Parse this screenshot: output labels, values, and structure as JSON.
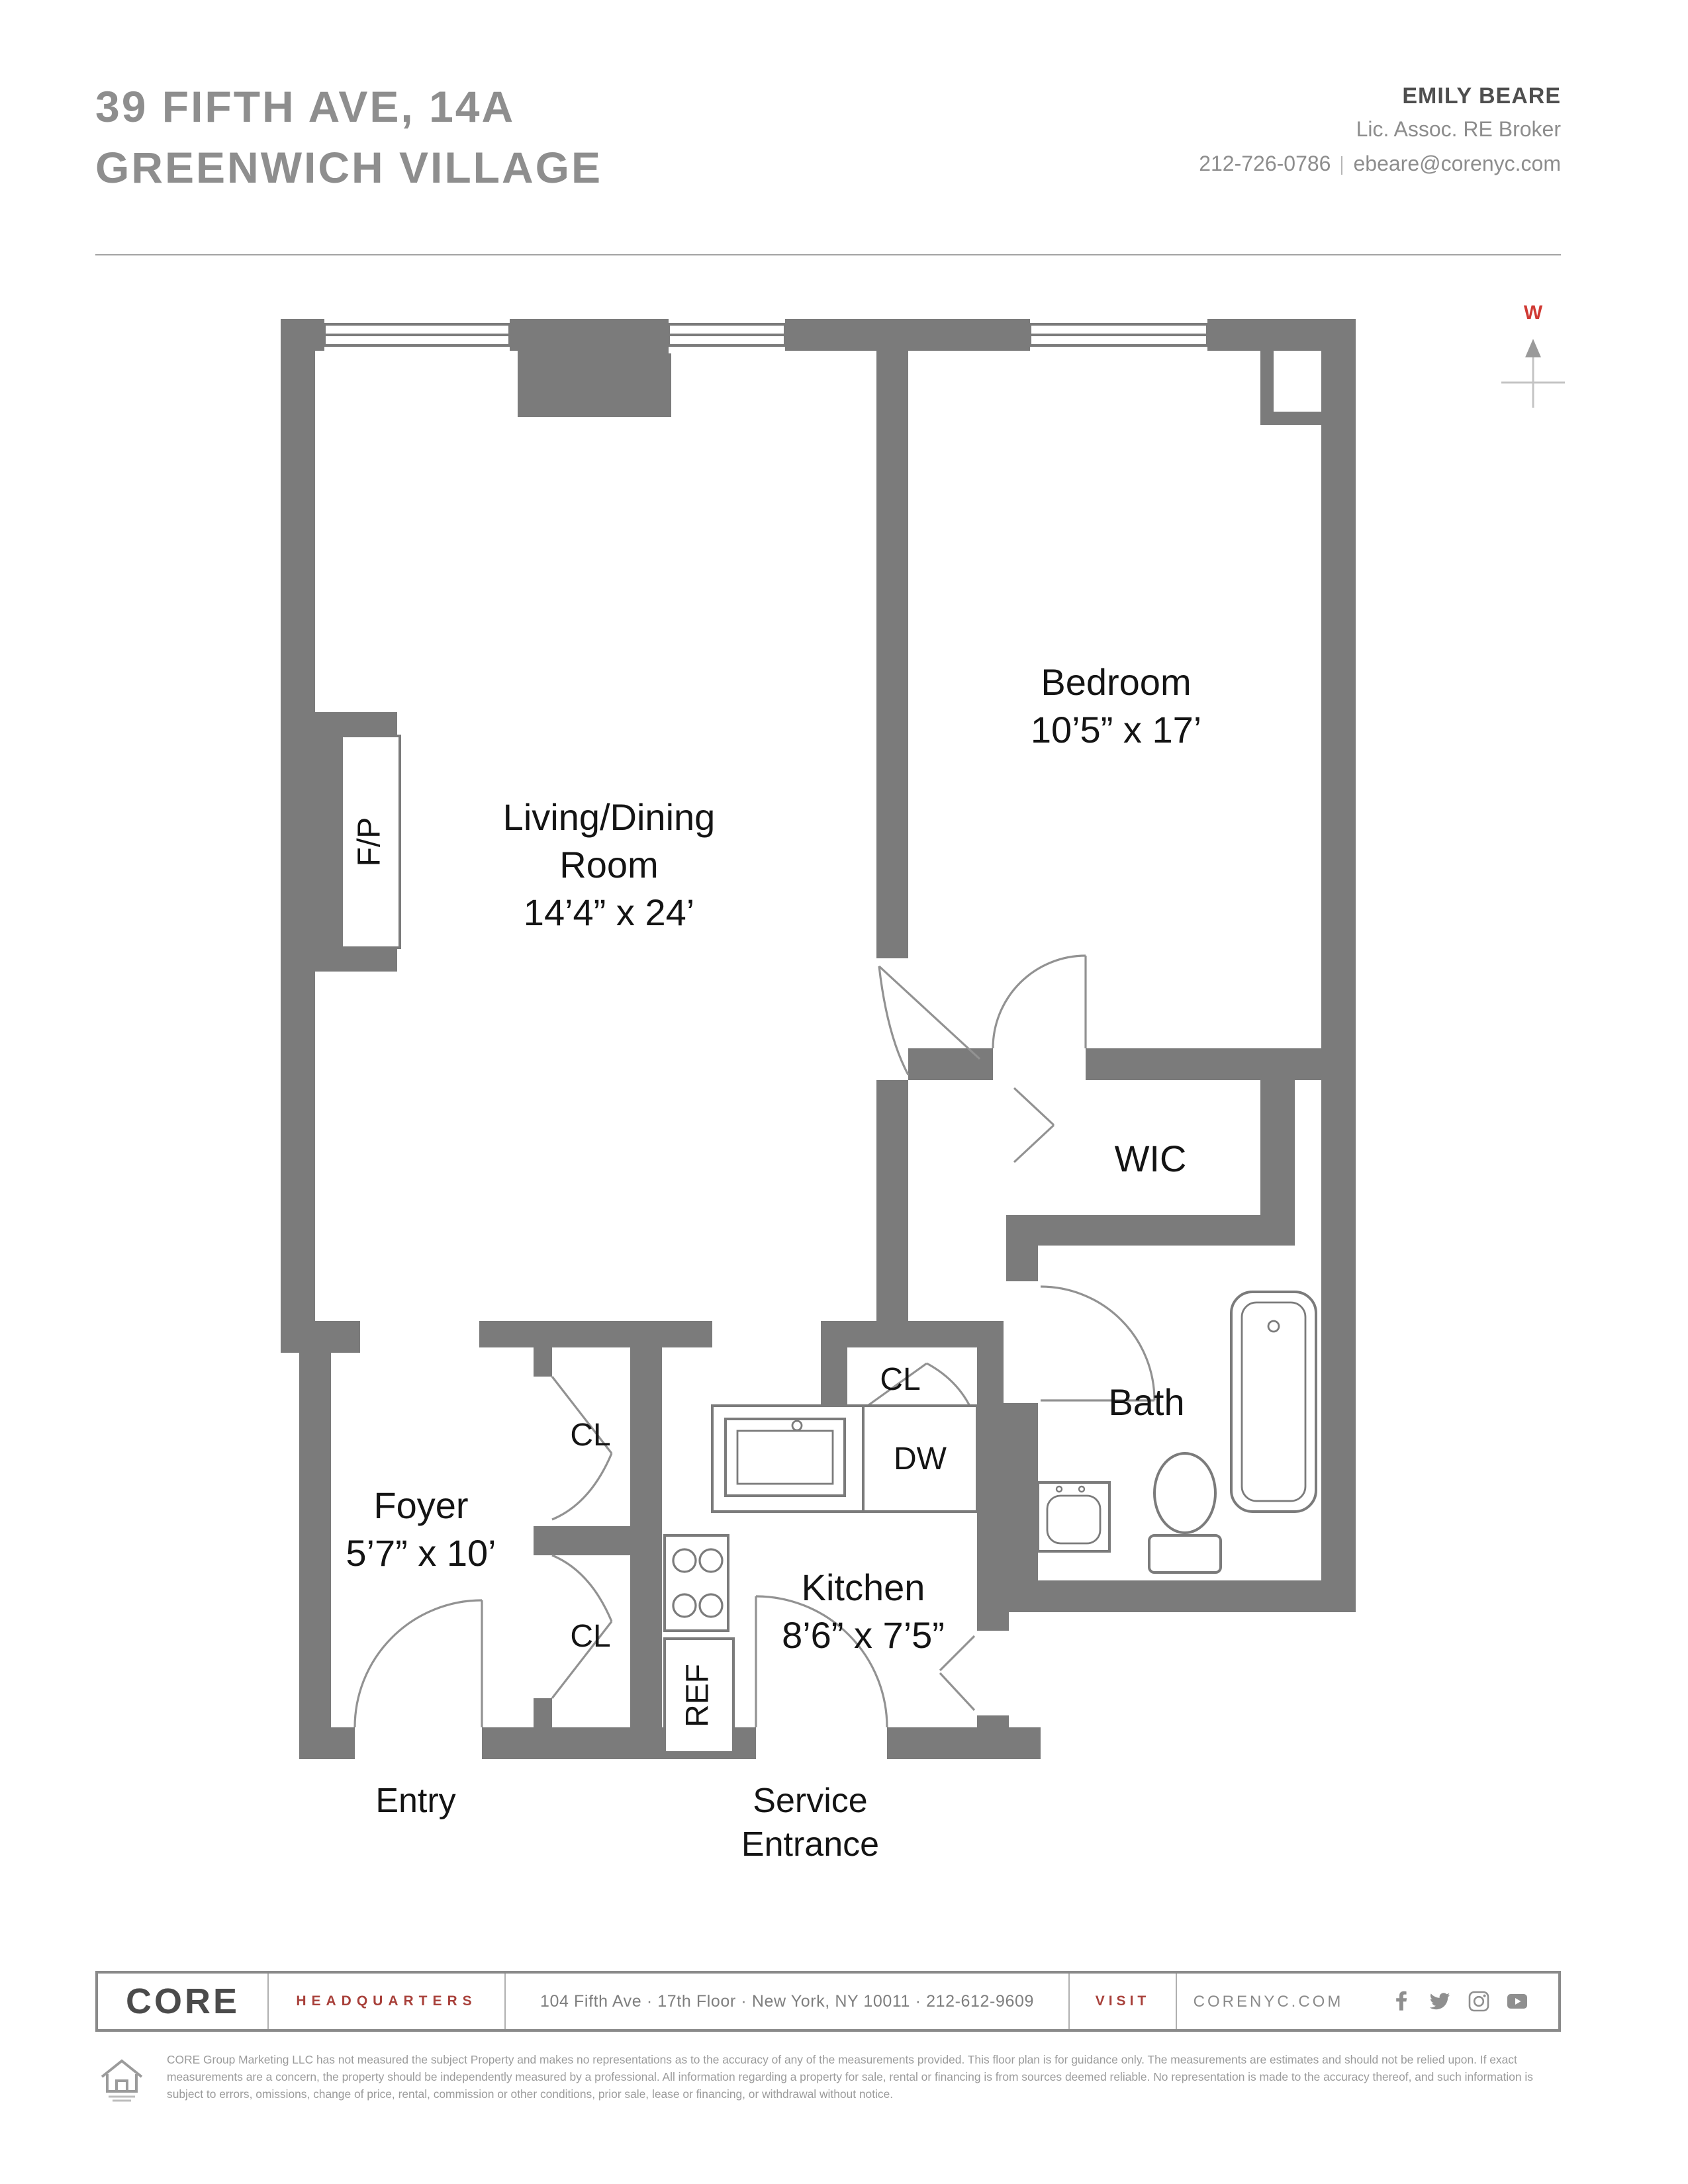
{
  "header": {
    "address_line1": "39 FIFTH AVE, 14A",
    "address_line2": "GREENWICH VILLAGE",
    "agent": {
      "name": "EMILY BEARE",
      "title": "Lic. Assoc. RE Broker",
      "phone": "212-726-0786",
      "email": "ebeare@corenyc.com"
    }
  },
  "compass": {
    "direction": "W"
  },
  "floorplan": {
    "living": {
      "name_line1": "Living/Dining",
      "name_line2": "Room",
      "dims": "14’4” x 24’"
    },
    "bedroom": {
      "name": "Bedroom",
      "dims": "10’5” x 17’"
    },
    "kitchen": {
      "name": "Kitchen",
      "dims": "8’6” x 7’5”"
    },
    "foyer": {
      "name": "Foyer",
      "dims": "5’7” x 10’"
    },
    "bath": {
      "name": "Bath"
    },
    "wic": {
      "name": "WIC"
    },
    "closet_label": "CL",
    "fireplace_label": "F/P",
    "dishwasher_label": "DW",
    "refrigerator_label": "REF",
    "entry_label": "Entry",
    "service_line1": "Service",
    "service_line2": "Entrance"
  },
  "footer": {
    "logo": "CORE",
    "headquarters": "HEADQUARTERS",
    "office_address": "104 Fifth Ave · 17th Floor · New York, NY 10011 · 212-612-9609",
    "visit": "VISIT",
    "website": "CORENYC.COM",
    "social": {
      "facebook": "facebook",
      "twitter": "twitter",
      "instagram": "instagram",
      "youtube": "youtube"
    },
    "disclaimer": "CORE Group Marketing LLC has not measured the subject Property and makes no representations as to the accuracy of any of the measurements provided. This floor plan is for guidance only. The measurements are estimates and should not be relied upon. If exact measurements are a concern, the property should be independently measured by a professional. All information regarding a property for sale, rental or financing is from sources deemed reliable. No representation is made to the accuracy thereof, and such information is subject to errors, omissions, change of price, rental, commission or other conditions, prior sale, lease or financing, or withdrawal without notice."
  }
}
